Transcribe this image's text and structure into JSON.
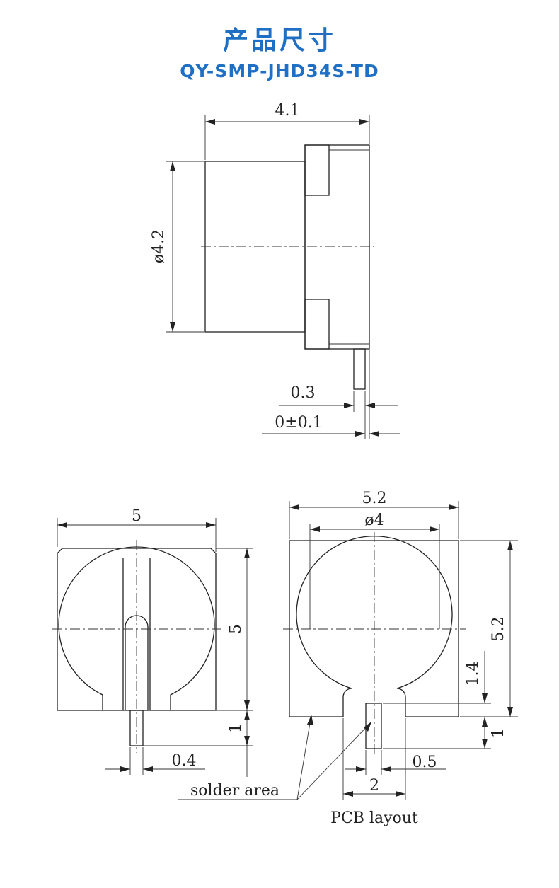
{
  "header": {
    "title": "产品尺寸",
    "model": "QY-SMP-JHD34S-TD"
  },
  "side_view": {
    "length": "4.1",
    "diameter": "ø4.2",
    "pin_thickness": "0.3",
    "pin_offset": "0±0.1"
  },
  "bottom_view": {
    "width": "5",
    "height": "5",
    "pin_length": "1",
    "pin_width": "0.4"
  },
  "pcb_layout": {
    "width": "5.2",
    "inner_diameter": "ø4",
    "height": "5.2",
    "gap": "1.4",
    "pad_length": "1",
    "pad_width": "0.5",
    "pad_spacing": "2",
    "solder_label": "solder area",
    "layout_label": "PCB layout"
  }
}
